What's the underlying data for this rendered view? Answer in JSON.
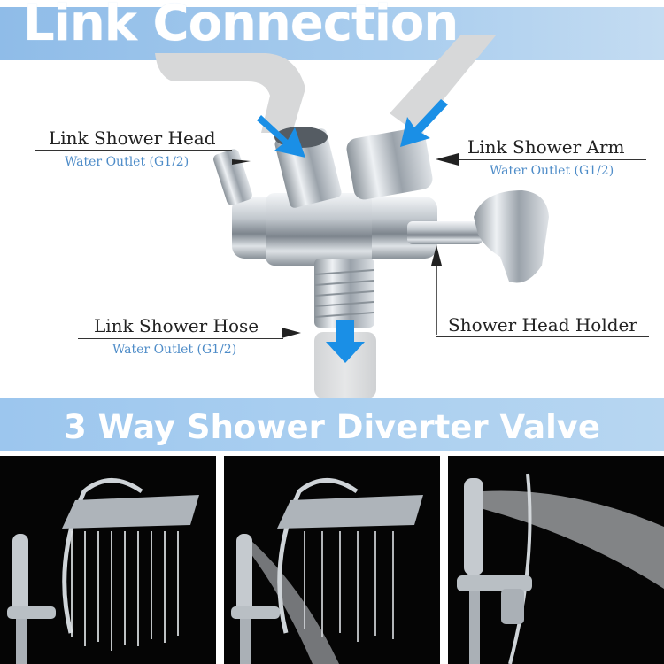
{
  "header": {
    "title": "Link Connection"
  },
  "callouts": {
    "shower_head": {
      "label": "Link Shower Head",
      "sub": "Water Outlet (G1/2)"
    },
    "shower_arm": {
      "label": "Link Shower Arm",
      "sub": "Water Outlet (G1/2)"
    },
    "shower_hose": {
      "label": "Link Shower Hose",
      "sub": "Water Outlet (G1/2)"
    },
    "head_holder": {
      "label": "Shower Head Holder"
    }
  },
  "banner": {
    "title": "3 Way Shower Diverter Valve"
  },
  "colors": {
    "banner_blue": "#9cc6ee",
    "arrow_blue": "#1a8fe6",
    "sublabel_blue": "#4e8cc8",
    "chrome": "#c8cdd2",
    "panel_bg": "#050505"
  },
  "icons": [
    "flow-arrow-icon",
    "pointer-arrow-icon"
  ]
}
